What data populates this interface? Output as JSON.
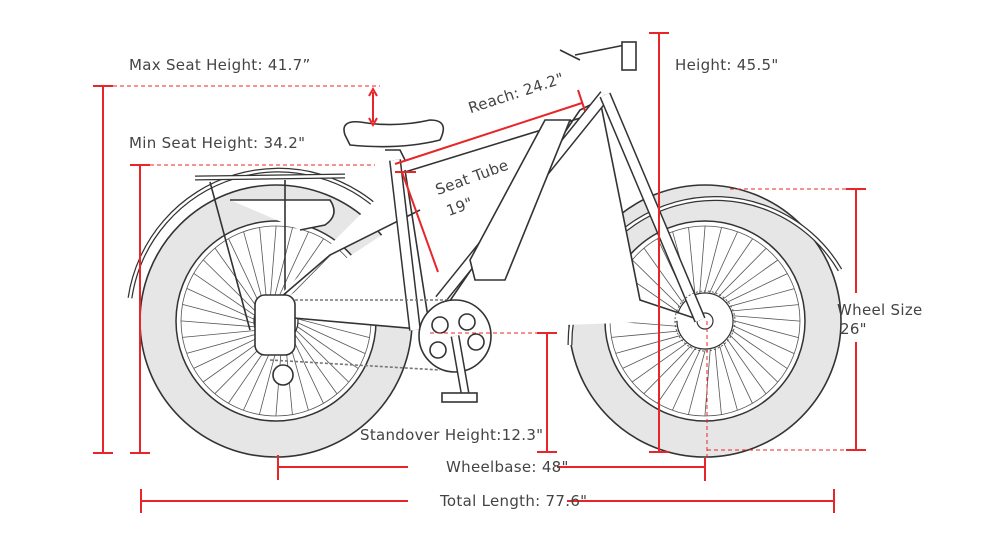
{
  "labels": {
    "max_seat_height": "Max Seat Height: 41.7”",
    "min_seat_height": "Min Seat Height: 34.2\"",
    "reach": "Reach: 24.2\"",
    "seat_tube_title": "Seat Tube",
    "seat_tube_value": "19\"",
    "height": "Height: 45.5\"",
    "wheel_size_title": "Wheel Size",
    "wheel_size_value": "26\"",
    "standover_height": "Standover Height:12.3\"",
    "wheelbase": "Wheelbase: 48\"",
    "total_length": "Total Length: 77.6\""
  },
  "colors": {
    "dimension": "#e8262a",
    "tire": "#e6e6e6",
    "outline": "#333333"
  }
}
